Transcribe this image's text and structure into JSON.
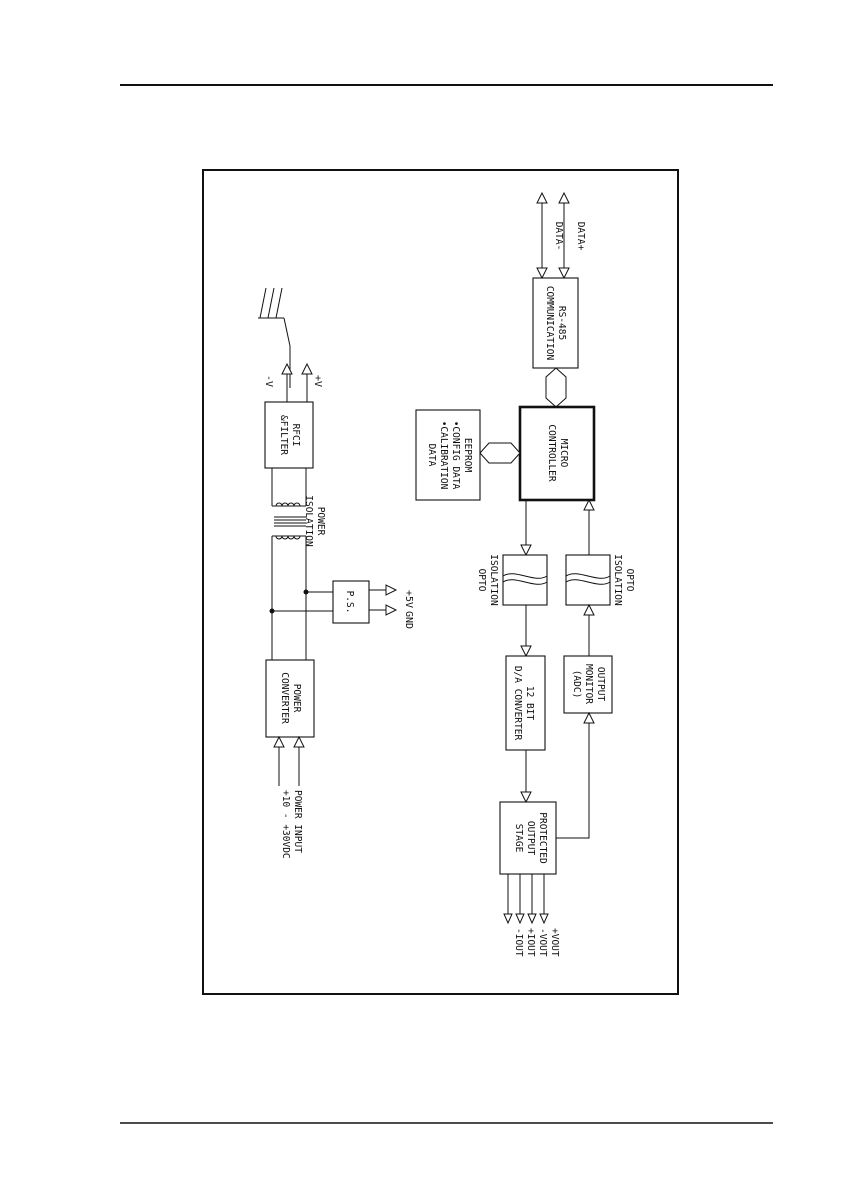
{
  "diagram": {
    "blocks": {
      "rfi_filter": [
        "RFCI",
        "&FILTER"
      ],
      "power_isolation": [
        "POWER",
        "ISOLATION"
      ],
      "ps": "P.S.",
      "power_converter": [
        "POWER",
        "CONVERTER"
      ],
      "power_input": [
        "POWER INPUT",
        "+10 - +30VDC"
      ],
      "rs485": [
        "RS-485",
        "COMMUNICATION"
      ],
      "eeprom": [
        "EEPROM",
        "•CONFIG DATA",
        "•CALIBRATION",
        "DATA"
      ],
      "micro": [
        "MICRO",
        "CONTROLLER"
      ],
      "opto_left": [
        "OPTO",
        "ISOLATION"
      ],
      "opto_right": [
        "OPTO",
        "ISOLATION"
      ],
      "dac": [
        "12 BIT",
        "D/A CONVERTER"
      ],
      "monitor": [
        "OUTPUT",
        "MONITOR",
        "(ADC)"
      ],
      "output_stage": [
        "PROTECTED",
        "OUTPUT",
        "STAGE"
      ]
    },
    "signals": {
      "minus_v": "-V",
      "plus_v": "+V",
      "data_minus": "DATA-",
      "data_plus": "DATA+",
      "plus5v": "+5V",
      "gnd": "GND",
      "outputs": [
        "+VOUT",
        "-VOUT",
        "+IOUT",
        "-IOUT"
      ]
    }
  }
}
